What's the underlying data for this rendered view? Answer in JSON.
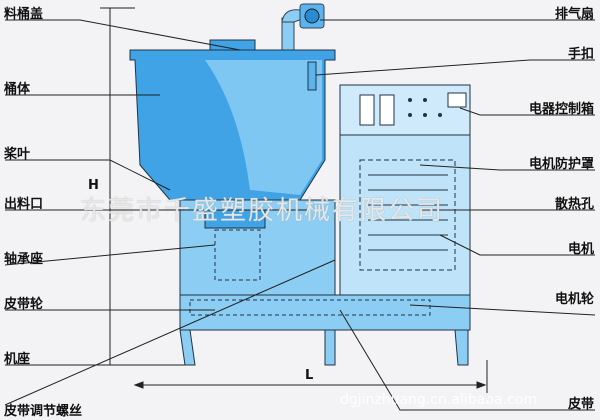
{
  "labels_left": [
    "料桶盖",
    "桶体",
    "桨叶",
    "出料口",
    "轴承座",
    "皮带轮",
    "机座",
    "皮带调节螺丝"
  ],
  "labels_right": [
    "排气扇",
    "手扣",
    "电器控制箱",
    "电机防护罩",
    "散热孔",
    "电机",
    "电机轮",
    "皮带"
  ],
  "dimensions": {
    "height": "H",
    "length": "L"
  },
  "watermark": "东莞市千盛塑胶机械有限公司",
  "watermark_url": "dgjinzhuang.cn.alibaba.com",
  "colors": {
    "body": "#3fa3e6",
    "body_light": "#bfe3f8",
    "line": "#222222"
  }
}
